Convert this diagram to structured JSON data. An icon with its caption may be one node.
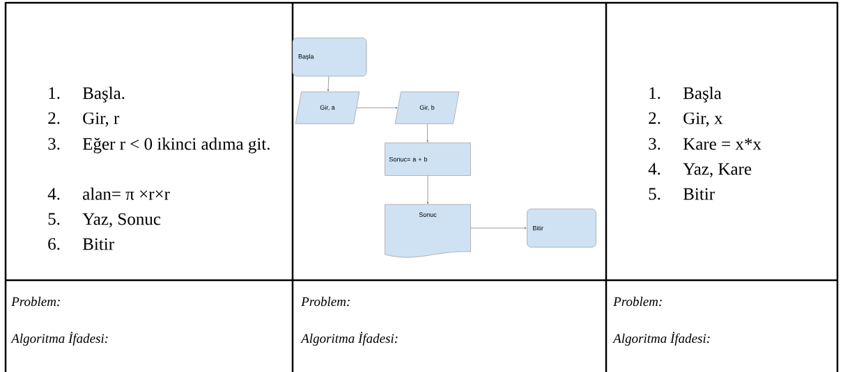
{
  "diagram": {
    "nodes": [
      {
        "text": [
          "Başla"
        ]
      },
      {
        "text": [
          "Gir, a"
        ]
      },
      {
        "text": [
          "Gir,  b"
        ]
      },
      {
        "text": [
          "Sonuc= a + b"
        ]
      },
      {
        "text": [
          "Sonuc"
        ]
      },
      {
        "text": [
          "Bitir"
        ]
      }
    ],
    "edges": [
      {
        "from": 0,
        "to": 1,
        "arrow": "to"
      },
      {
        "from": 1,
        "to": 2,
        "arrow": "to"
      },
      {
        "from": 2,
        "to": 3,
        "arrow": "to"
      },
      {
        "from": 3,
        "to": 4,
        "arrow": "to"
      },
      {
        "from": 4,
        "to": 5,
        "arrow": "to"
      }
    ],
    "labels": [
      "1.",
      "Başla.",
      "2.",
      "Gir, r",
      "3.",
      "Eğer r < 0 ikinci adıma git.",
      "4.",
      "alan= π ×r×r",
      "5.",
      "Yaz, Sonuc",
      "6.",
      "Bitir",
      "1.",
      "Başla",
      "2.",
      "Gir, x",
      "3.",
      "Kare = x*x",
      "4.",
      "Yaz, Kare",
      "5.",
      "Bitir",
      "Problem:",
      "Algoritma İfadesi:",
      "Problem:",
      "Algoritma İfadesi:",
      "Problem:",
      "Algoritma İfadesi:"
    ]
  }
}
